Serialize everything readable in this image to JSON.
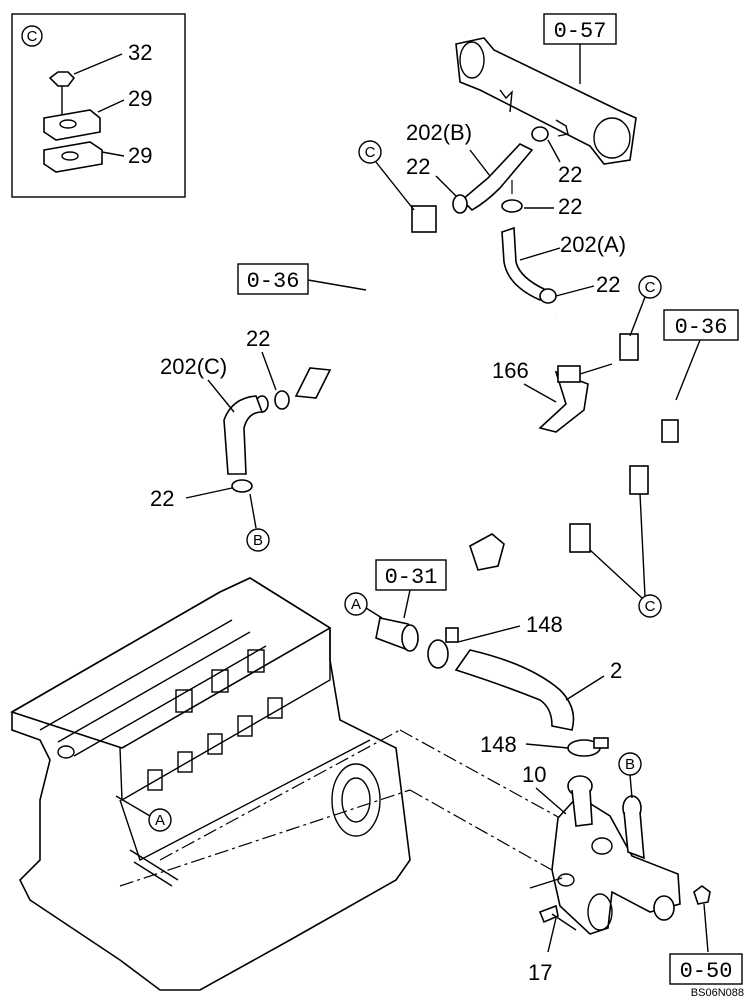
{
  "callouts": {
    "p32": "32",
    "p29a": "29",
    "p29b": "29",
    "p202b": "202(B)",
    "p22a": "22",
    "p22b": "22",
    "p22c": "22",
    "p202a": "202(A)",
    "p22d": "22",
    "p22e": "22",
    "p202c": "202(C)",
    "p22f": "22",
    "p166": "166",
    "p148a": "148",
    "p2": "2",
    "p148b": "148",
    "p10": "10",
    "p17": "17"
  },
  "ref_boxes": {
    "r057": "0-57",
    "r036a": "0-36",
    "r036b": "0-36",
    "r031": "0-31",
    "r050": "0-50"
  },
  "circle_refs": {
    "c_inset": "C",
    "c1": "C",
    "c2": "C",
    "c3": "C",
    "b1": "B",
    "b2": "B",
    "a1": "A",
    "a2": "A"
  },
  "drawing_code": "BS06N088"
}
